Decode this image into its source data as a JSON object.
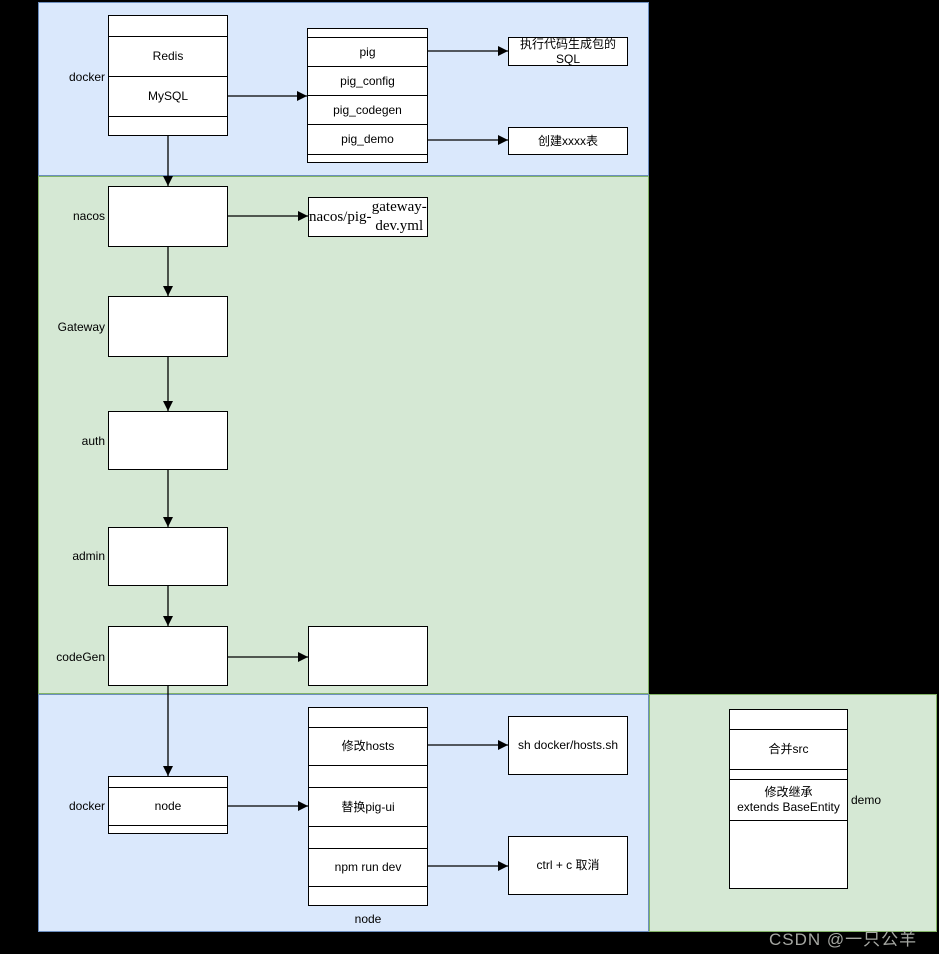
{
  "diagram": {
    "regions": {
      "docker_top": {
        "label": "docker"
      },
      "services_mid": {
        "labels": {
          "nacos": "nacos",
          "gateway": "Gateway",
          "auth": "auth",
          "admin": "admin",
          "codegen": "codeGen"
        }
      },
      "docker_bottom": {
        "label": "docker",
        "stack_caption": "node"
      },
      "demo_right": {
        "label": "demo"
      }
    },
    "stacks": {
      "db": {
        "rows": [
          "",
          "Redis",
          "MySQL",
          ""
        ]
      },
      "pig": {
        "rows": [
          "",
          "pig",
          "pig_config",
          "pig_codegen",
          "pig_demo",
          ""
        ]
      },
      "node": {
        "rows": [
          "",
          "node",
          ""
        ]
      },
      "ui_steps": {
        "rows": [
          "",
          "修改hosts",
          "",
          "替换pig-ui",
          "",
          "npm run dev",
          ""
        ]
      },
      "demo_steps": {
        "merge": "合并src",
        "modify_line1": "修改继承",
        "modify_line2": "extends BaseEntity"
      }
    },
    "notes": {
      "sql": "执行代码生成包的SQL",
      "create_table": "创建xxxx表",
      "nacos_yml_line1": "nacos/pig-",
      "nacos_yml_line2": "gateway-dev.yml",
      "hosts_sh": "sh docker/hosts.sh",
      "ctrl_c": "ctrl + c 取消"
    },
    "colors": {
      "region_blue_fill": "#dae8fc",
      "region_blue_stroke": "#6c8ebf",
      "region_green_fill": "#d5e8d4",
      "region_green_stroke": "#82b366",
      "box_fill": "#ffffff",
      "box_stroke": "#000000",
      "background": "#000000",
      "watermark_gray": "#a5a7a2"
    }
  },
  "watermark": "CSDN @一只公羊"
}
